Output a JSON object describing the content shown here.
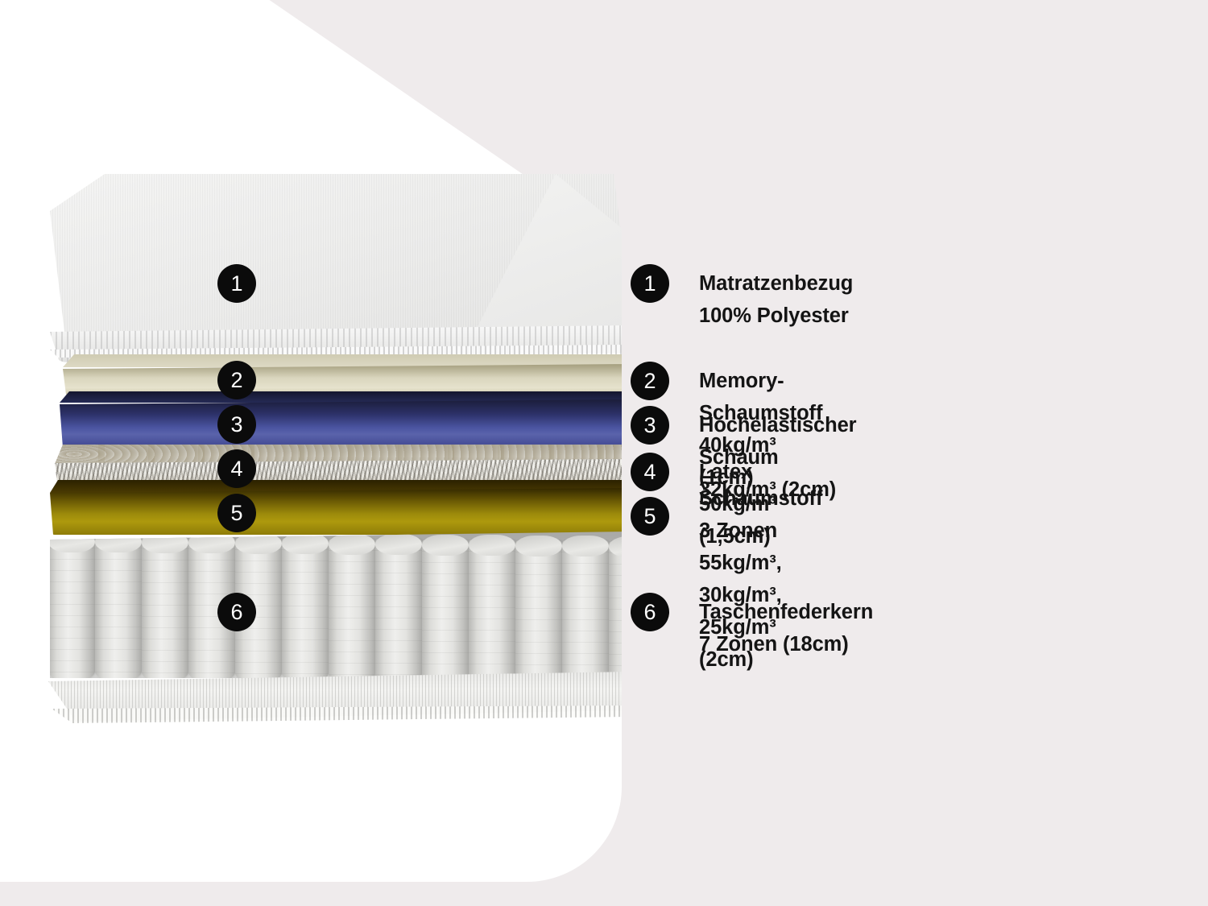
{
  "theme": {
    "background": "#efebec",
    "panel": "#ffffff",
    "badge_background": "#0b0b0b",
    "badge_text": "#ffffff",
    "legend_text": "#141414"
  },
  "product": {
    "type": "mattress-cutaway-illustration",
    "layer_count": 6,
    "layers": [
      {
        "number": "1",
        "name": "mattress-cover",
        "color": "#ececeb"
      },
      {
        "number": "2",
        "name": "memory-foam",
        "color": "#ddd9c4"
      },
      {
        "number": "3",
        "name": "high-elastic-foam",
        "color": "#4a54a0"
      },
      {
        "number": "4",
        "name": "latex",
        "color": "#ecebe6"
      },
      {
        "number": "5",
        "name": "three-zone-foam",
        "color": "#9c8a0b"
      },
      {
        "number": "6",
        "name": "pocket-spring-core",
        "color": "#dcdcd9"
      }
    ]
  },
  "art_badges": [
    {
      "number": "1"
    },
    {
      "number": "2"
    },
    {
      "number": "3"
    },
    {
      "number": "4"
    },
    {
      "number": "5"
    },
    {
      "number": "6"
    }
  ],
  "legend": {
    "items": [
      {
        "number": "1",
        "label": "Matratzenbezug 100% Polyester"
      },
      {
        "number": "2",
        "label": "Memory-Schaumstoff 40kg/m³ (1cm)"
      },
      {
        "number": "3",
        "label": "Hochelastischer Schaum 32kg/m³ (2cm)"
      },
      {
        "number": "4",
        "label": "Latex 50kg/m³ (1,5cm)"
      },
      {
        "number": "5",
        "label": "Schaumstoff 3 Zonen\n55kg/m³, 30kg/m³, 25kg/m³ (2cm)"
      },
      {
        "number": "6",
        "label": "Taschenfederkern 7 Zonen (18cm)"
      }
    ]
  }
}
